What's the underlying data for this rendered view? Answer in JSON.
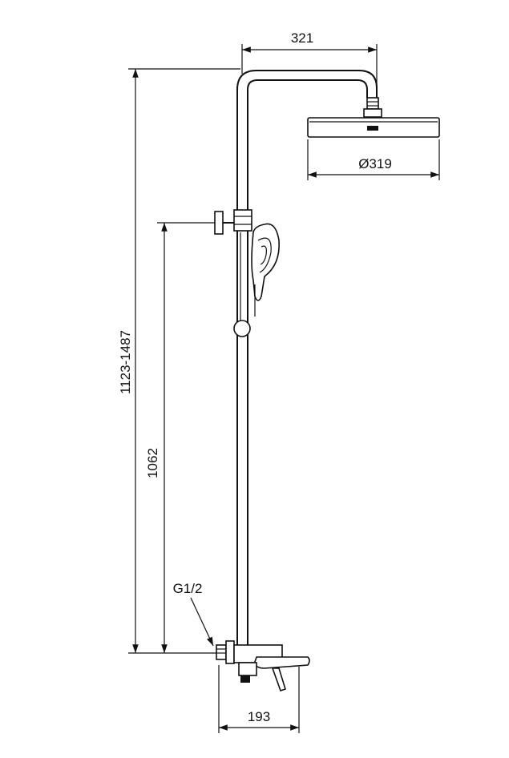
{
  "dimensions": {
    "arm_width": "321",
    "head_diameter": "Ø319",
    "overall_height": "1123-1487",
    "holder_height": "1062",
    "inlet_thread": "G1/2",
    "mixer_depth": "193"
  }
}
